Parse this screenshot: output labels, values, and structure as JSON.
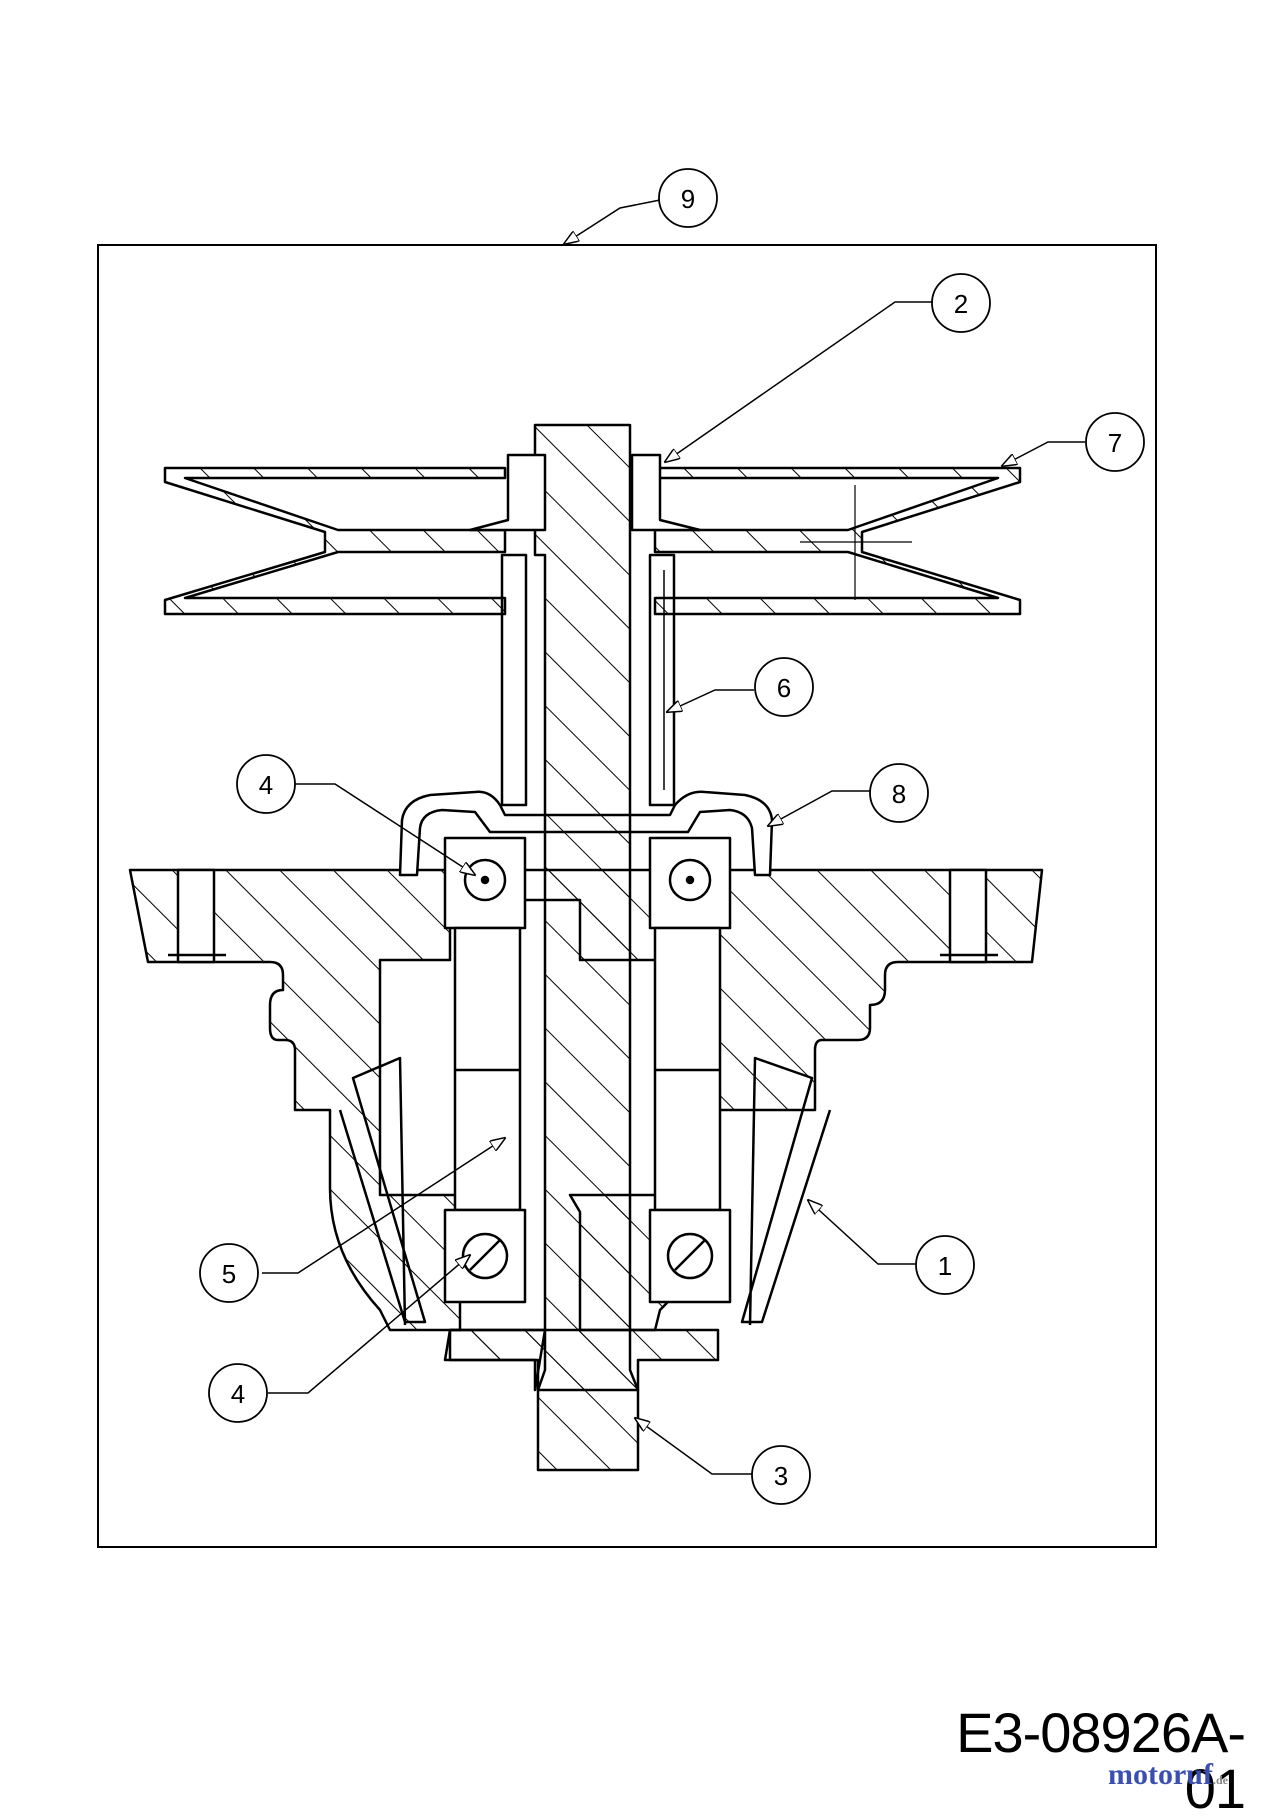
{
  "diagram": {
    "callouts": [
      {
        "id": "c9",
        "label": "9"
      },
      {
        "id": "c2",
        "label": "2"
      },
      {
        "id": "c7",
        "label": "7"
      },
      {
        "id": "c6",
        "label": "6"
      },
      {
        "id": "c4a",
        "label": "4"
      },
      {
        "id": "c8",
        "label": "8"
      },
      {
        "id": "c5",
        "label": "5"
      },
      {
        "id": "c1",
        "label": "1"
      },
      {
        "id": "c4b",
        "label": "4"
      },
      {
        "id": "c3",
        "label": "3"
      }
    ],
    "drawing_code": "E3-08926A-01",
    "watermark": {
      "main": "motoruf",
      "suffix": ".de"
    },
    "colors": {
      "ink": "#000000",
      "paper": "#ffffff",
      "watermark_blue": "#3a4fb0"
    }
  }
}
